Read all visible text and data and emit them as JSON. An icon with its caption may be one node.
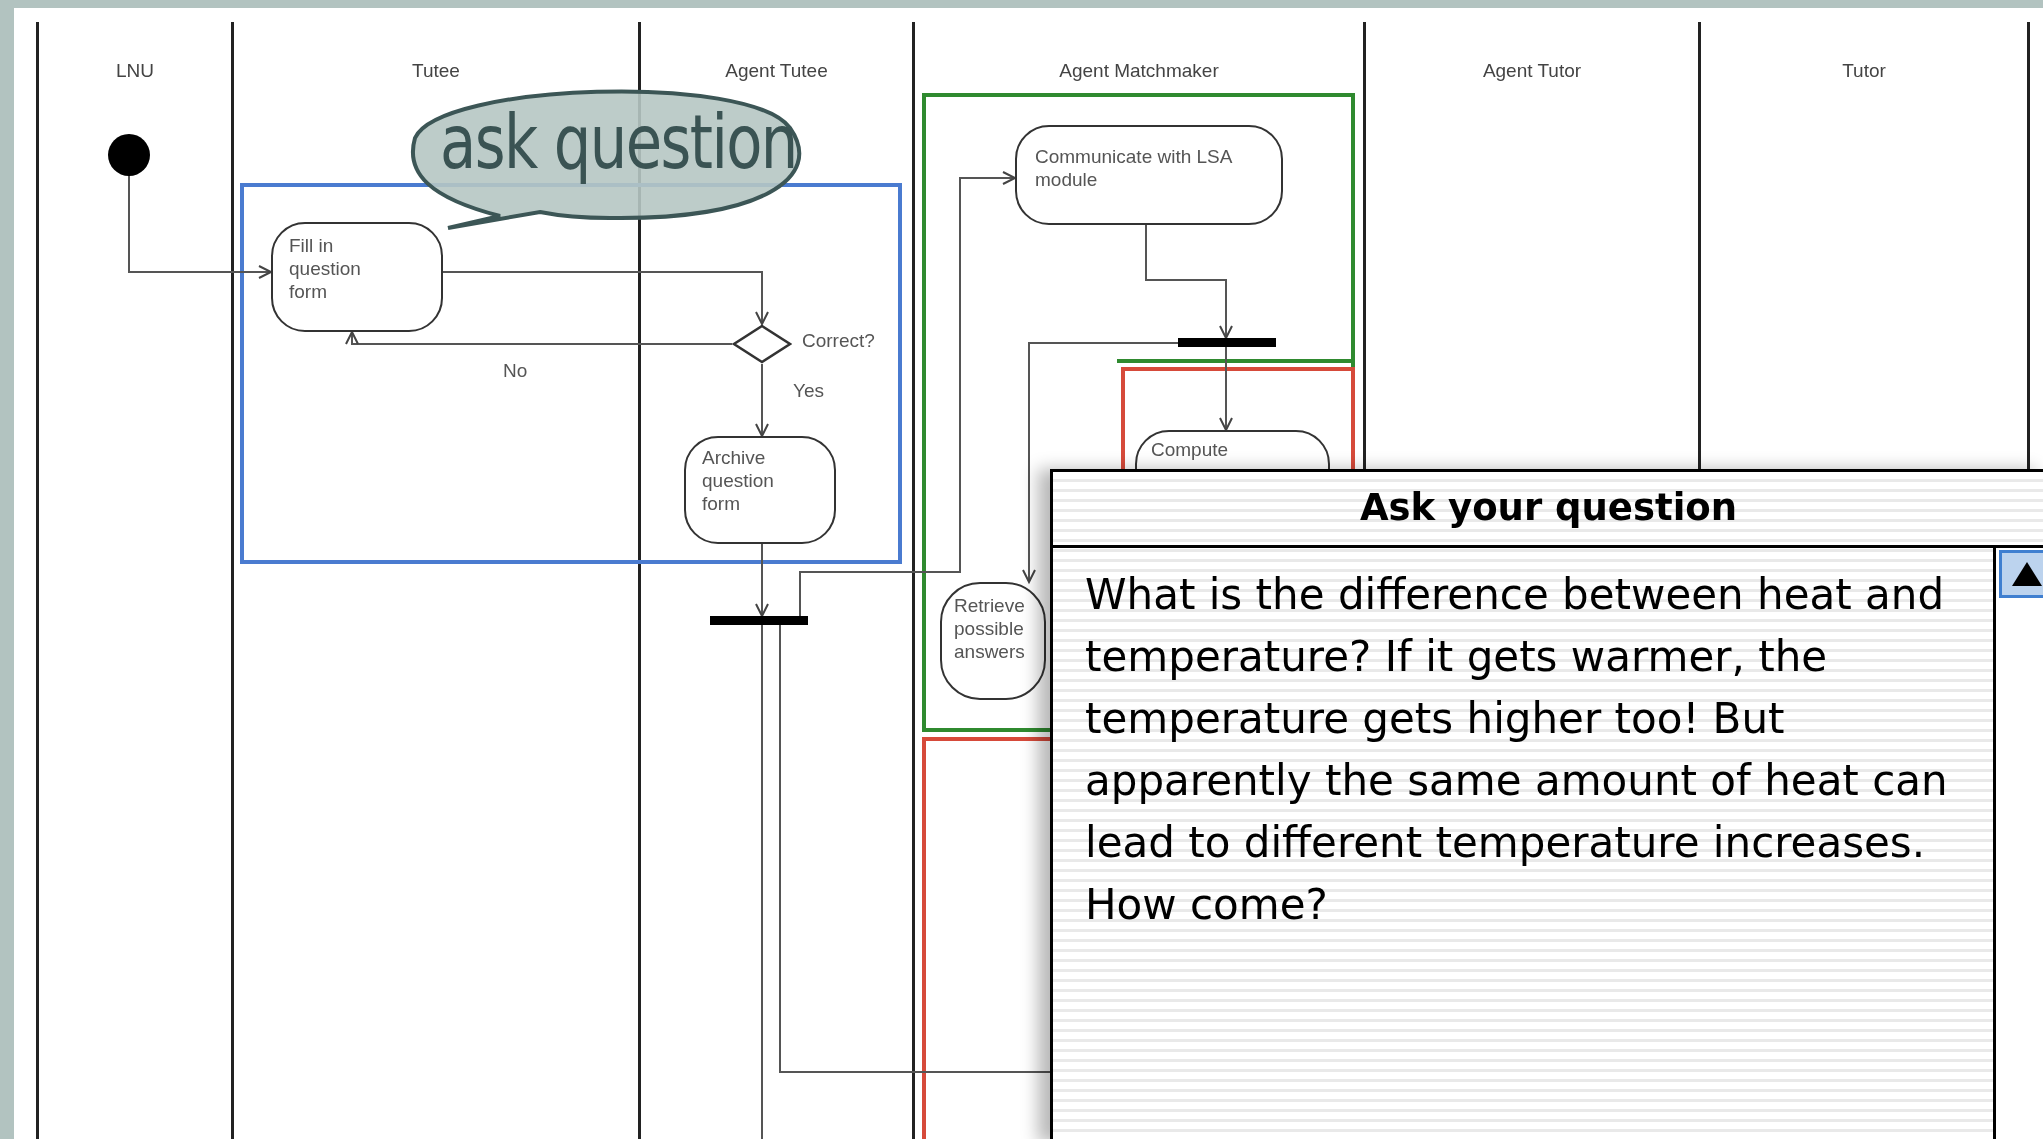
{
  "diagram": {
    "nodes": [
      {
        "text": [
          "LNU"
        ]
      },
      {
        "text": [
          "Tutee"
        ]
      },
      {
        "text": [
          "Agent Tutee"
        ]
      },
      {
        "text": [
          "Agent Matchmaker"
        ]
      },
      {
        "text": [
          "Agent Tutor"
        ]
      },
      {
        "text": [
          "Tutor"
        ]
      },
      {
        "text": [
          "ask question"
        ]
      },
      {
        "text": [],
        "shape": "circle",
        "in": 0
      },
      {
        "text": [
          "Fill in question form"
        ],
        "in": 1
      },
      {
        "text": [],
        "shape": "diamond",
        "beside": [
          "Correct?"
        ],
        "in": 2
      },
      {
        "text": [
          "Archive question form"
        ],
        "in": 2
      },
      {
        "text": [],
        "shape": "bar",
        "in": 2
      },
      {
        "text": [
          "Communicate with LSA module"
        ],
        "in": 3
      },
      {
        "text": [],
        "shape": "bar",
        "in": 3
      },
      {
        "text": [
          "Compute"
        ],
        "in": 3
      },
      {
        "text": [
          "Retrieve possible answers"
        ],
        "in": 3
      },
      {
        "text": [
          "Ask your question",
          "What is the difference between heat and temperature? If it gets warmer, the temperature gets higher too! But apparently the same amount of heat can lead to different temperature increases. How come?"
        ]
      }
    ],
    "edges": [
      {
        "from": 7,
        "to": 8,
        "arrow": "to"
      },
      {
        "from": 8,
        "to": 9,
        "arrow": "to"
      },
      {
        "from": 9,
        "to": 8,
        "arrow": "to",
        "label": "No"
      },
      {
        "from": 9,
        "to": 10,
        "arrow": "to",
        "label": "Yes"
      },
      {
        "from": 10,
        "to": 11,
        "arrow": "to"
      },
      {
        "from": 11,
        "to": 12,
        "arrow": "to"
      },
      {
        "from": 11,
        "to": null,
        "arrow": "none"
      },
      {
        "from": 11,
        "to": null,
        "arrow": "none"
      },
      {
        "from": 12,
        "to": 13,
        "arrow": "to"
      },
      {
        "from": 13,
        "to": 14,
        "arrow": "to"
      },
      {
        "from": 13,
        "to": 15,
        "arrow": "to"
      }
    ]
  }
}
